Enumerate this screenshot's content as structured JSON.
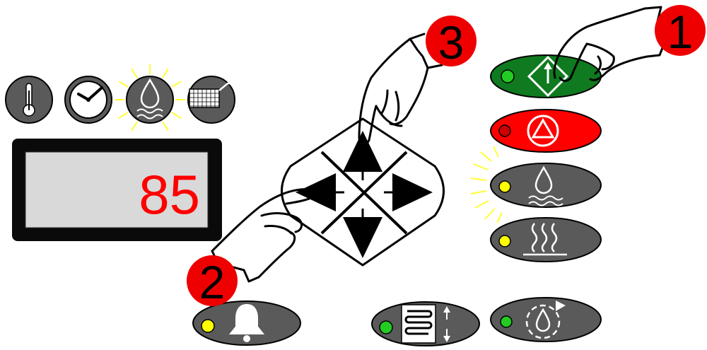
{
  "display": {
    "value": "85",
    "value_color": "#ff0000"
  },
  "top_icons": [
    {
      "name": "thermometer-icon",
      "active": false
    },
    {
      "name": "clock-icon",
      "active": false
    },
    {
      "name": "water-drop-steam-icon",
      "active": true
    },
    {
      "name": "fryer-basket-icon",
      "active": false
    }
  ],
  "oval_buttons": [
    {
      "name": "start-button",
      "icon": "diamond-arrow-icon",
      "color": "#0f7a1f",
      "led": "#22cc22",
      "blinking": false
    },
    {
      "name": "stop-button",
      "icon": "triangle-in-circle-icon",
      "color": "#ff0000",
      "led": "#cc0000",
      "blinking": false
    },
    {
      "name": "humidity-button",
      "icon": "water-drop-steam-icon",
      "color": "#5a5a5a",
      "led": "#ffff00",
      "blinking": true
    },
    {
      "name": "heat-button",
      "icon": "heat-waves-icon",
      "color": "#5a5a5a",
      "led": "#ffff00",
      "blinking": false
    },
    {
      "name": "alarm-button",
      "icon": "bell-icon",
      "color": "#5a5a5a",
      "led": "#ffff00",
      "blinking": false
    },
    {
      "name": "heater-adjust-button",
      "icon": "heating-coil-icon",
      "color": "#5a5a5a",
      "led": "#22cc22",
      "blinking": false
    },
    {
      "name": "drain-cycle-button",
      "icon": "drop-cycle-icon",
      "color": "#5a5a5a",
      "led": "#22cc22",
      "blinking": false
    }
  ],
  "nav_pad": {
    "arrows": [
      "arrow-up-icon",
      "arrow-down-icon",
      "arrow-left-icon",
      "arrow-right-icon"
    ]
  },
  "step_badges": [
    {
      "label": "1"
    },
    {
      "label": "2"
    },
    {
      "label": "3"
    }
  ],
  "colors": {
    "badge": "#ee0000",
    "panel_gray": "#5a5a5a",
    "flash": "#ffff33"
  }
}
